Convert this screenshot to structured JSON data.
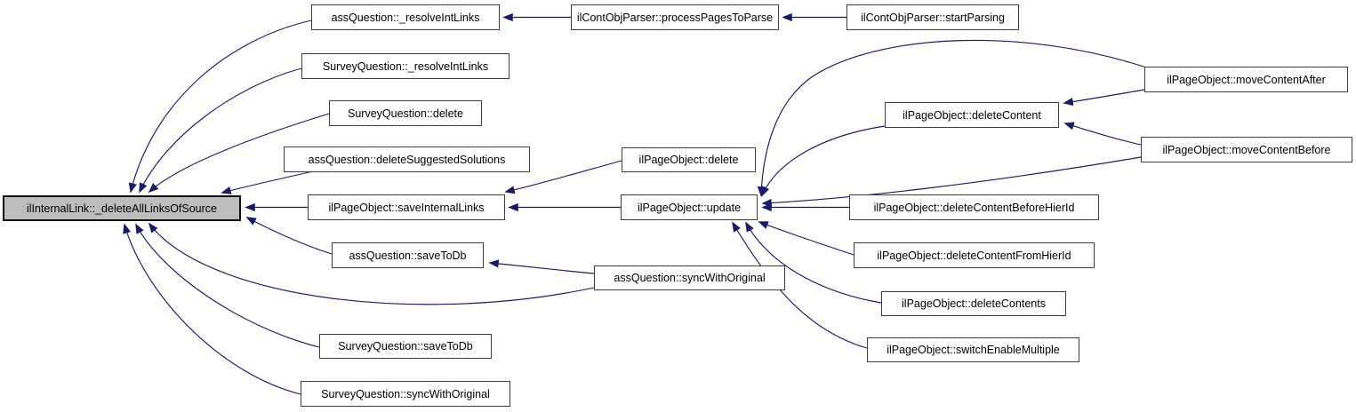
{
  "diagram": {
    "type": "caller-graph",
    "highlighted_node": "ilInternalLink::_deleteAllLinksOfSource",
    "colors": {
      "edge": "#191970",
      "node_border": "#3e3e3e",
      "node_fill": "#ffffff",
      "highlight_fill": "#bdbdbd",
      "text": "#000000",
      "background": "#ffffff"
    },
    "nodes": [
      {
        "label": "ilInternalLink::_deleteAllLinksOfSource"
      },
      {
        "label": "assQuestion::_resolveIntLinks"
      },
      {
        "label": "ilContObjParser::processPagesToParse"
      },
      {
        "label": "ilContObjParser::startParsing"
      },
      {
        "label": "SurveyQuestion::_resolveIntLinks"
      },
      {
        "label": "SurveyQuestion::delete"
      },
      {
        "label": "assQuestion::deleteSuggestedSolutions"
      },
      {
        "label": "ilPageObject::saveInternalLinks"
      },
      {
        "label": "ilPageObject::delete"
      },
      {
        "label": "ilPageObject::update"
      },
      {
        "label": "assQuestion::saveToDb"
      },
      {
        "label": "assQuestion::syncWithOriginal"
      },
      {
        "label": "SurveyQuestion::saveToDb"
      },
      {
        "label": "SurveyQuestion::syncWithOriginal"
      },
      {
        "label": "ilPageObject::deleteContent"
      },
      {
        "label": "ilPageObject::moveContentAfter"
      },
      {
        "label": "ilPageObject::moveContentBefore"
      },
      {
        "label": "ilPageObject::deleteContentBeforeHierId"
      },
      {
        "label": "ilPageObject::deleteContentFromHierId"
      },
      {
        "label": "ilPageObject::deleteContents"
      },
      {
        "label": "ilPageObject::switchEnableMultiple"
      }
    ],
    "edges": [
      {
        "from": "assQuestion::_resolveIntLinks",
        "to": "ilInternalLink::_deleteAllLinksOfSource"
      },
      {
        "from": "SurveyQuestion::_resolveIntLinks",
        "to": "ilInternalLink::_deleteAllLinksOfSource"
      },
      {
        "from": "SurveyQuestion::delete",
        "to": "ilInternalLink::_deleteAllLinksOfSource"
      },
      {
        "from": "assQuestion::deleteSuggestedSolutions",
        "to": "ilInternalLink::_deleteAllLinksOfSource"
      },
      {
        "from": "ilPageObject::saveInternalLinks",
        "to": "ilInternalLink::_deleteAllLinksOfSource"
      },
      {
        "from": "assQuestion::saveToDb",
        "to": "ilInternalLink::_deleteAllLinksOfSource"
      },
      {
        "from": "SurveyQuestion::saveToDb",
        "to": "ilInternalLink::_deleteAllLinksOfSource"
      },
      {
        "from": "SurveyQuestion::syncWithOriginal",
        "to": "ilInternalLink::_deleteAllLinksOfSource"
      },
      {
        "from": "assQuestion::syncWithOriginal",
        "to": "ilInternalLink::_deleteAllLinksOfSource"
      },
      {
        "from": "ilContObjParser::processPagesToParse",
        "to": "assQuestion::_resolveIntLinks"
      },
      {
        "from": "ilContObjParser::startParsing",
        "to": "ilContObjParser::processPagesToParse"
      },
      {
        "from": "ilPageObject::delete",
        "to": "ilPageObject::saveInternalLinks"
      },
      {
        "from": "ilPageObject::update",
        "to": "ilPageObject::saveInternalLinks"
      },
      {
        "from": "assQuestion::syncWithOriginal",
        "to": "assQuestion::saveToDb"
      },
      {
        "from": "ilPageObject::deleteContent",
        "to": "ilPageObject::update"
      },
      {
        "from": "ilPageObject::moveContentAfter",
        "to": "ilPageObject::update"
      },
      {
        "from": "ilPageObject::moveContentBefore",
        "to": "ilPageObject::update"
      },
      {
        "from": "ilPageObject::moveContentAfter",
        "to": "ilPageObject::deleteContent"
      },
      {
        "from": "ilPageObject::moveContentBefore",
        "to": "ilPageObject::deleteContent"
      },
      {
        "from": "ilPageObject::deleteContentBeforeHierId",
        "to": "ilPageObject::update"
      },
      {
        "from": "ilPageObject::deleteContentFromHierId",
        "to": "ilPageObject::update"
      },
      {
        "from": "ilPageObject::deleteContents",
        "to": "ilPageObject::update"
      },
      {
        "from": "ilPageObject::switchEnableMultiple",
        "to": "ilPageObject::update"
      }
    ]
  }
}
